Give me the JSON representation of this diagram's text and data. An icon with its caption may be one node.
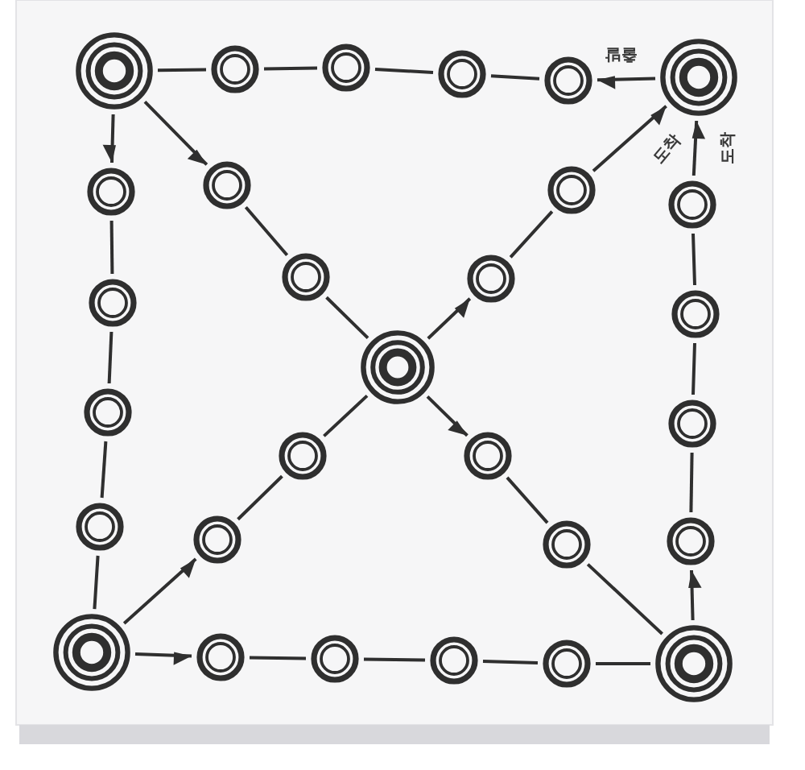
{
  "diagram": {
    "nodes": [
      {
        "text": [],
        "shape": "circle"
      },
      {
        "text": [],
        "shape": "circle"
      },
      {
        "text": [],
        "shape": "circle"
      },
      {
        "text": [],
        "shape": "circle"
      },
      {
        "text": [],
        "shape": "circle"
      },
      {
        "text": [],
        "shape": "circle"
      },
      {
        "text": [],
        "shape": "circle"
      },
      {
        "text": [],
        "shape": "circle"
      },
      {
        "text": [],
        "shape": "circle"
      },
      {
        "text": [],
        "shape": "circle"
      },
      {
        "text": [],
        "shape": "circle"
      },
      {
        "text": [],
        "shape": "circle"
      },
      {
        "text": [],
        "shape": "circle"
      },
      {
        "text": [],
        "shape": "circle"
      },
      {
        "text": [],
        "shape": "circle"
      },
      {
        "text": [],
        "shape": "circle"
      },
      {
        "text": [],
        "shape": "circle"
      },
      {
        "text": [],
        "shape": "circle"
      },
      {
        "text": [],
        "shape": "circle"
      },
      {
        "text": [],
        "shape": "circle"
      },
      {
        "text": [],
        "shape": "circle"
      },
      {
        "text": [],
        "shape": "circle"
      },
      {
        "text": [],
        "shape": "circle"
      },
      {
        "text": [],
        "shape": "circle"
      },
      {
        "text": [],
        "shape": "circle"
      },
      {
        "text": [],
        "shape": "circle"
      },
      {
        "text": [],
        "shape": "circle"
      },
      {
        "text": [],
        "shape": "circle"
      },
      {
        "text": [],
        "shape": "circle"
      }
    ],
    "edges": [
      {
        "from": 0,
        "to": 1,
        "arrow": "none"
      },
      {
        "from": 1,
        "to": 2,
        "arrow": "none"
      },
      {
        "from": 2,
        "to": 3,
        "arrow": "none"
      },
      {
        "from": 3,
        "to": 4,
        "arrow": "none"
      },
      {
        "from": 5,
        "to": 4,
        "arrow": "to"
      },
      {
        "from": 0,
        "to": 6,
        "arrow": "to"
      },
      {
        "from": 6,
        "to": 12,
        "arrow": "none"
      },
      {
        "from": 12,
        "to": 15,
        "arrow": "none"
      },
      {
        "from": 15,
        "to": 19,
        "arrow": "none"
      },
      {
        "from": 19,
        "to": 23,
        "arrow": "none"
      },
      {
        "from": 23,
        "to": 24,
        "arrow": "to"
      },
      {
        "from": 24,
        "to": 25,
        "arrow": "none"
      },
      {
        "from": 25,
        "to": 26,
        "arrow": "none"
      },
      {
        "from": 26,
        "to": 27,
        "arrow": "none"
      },
      {
        "from": 27,
        "to": 28,
        "arrow": "none"
      },
      {
        "from": 9,
        "to": 5,
        "arrow": "to"
      },
      {
        "from": 9,
        "to": 13,
        "arrow": "none"
      },
      {
        "from": 13,
        "to": 16,
        "arrow": "none"
      },
      {
        "from": 16,
        "to": 22,
        "arrow": "none"
      },
      {
        "from": 28,
        "to": 22,
        "arrow": "to"
      },
      {
        "from": 0,
        "to": 7,
        "arrow": "to"
      },
      {
        "from": 7,
        "to": 10,
        "arrow": "none"
      },
      {
        "from": 10,
        "to": 14,
        "arrow": "none"
      },
      {
        "from": 14,
        "to": 11,
        "arrow": "to"
      },
      {
        "from": 11,
        "to": 8,
        "arrow": "none"
      },
      {
        "from": 8,
        "to": 5,
        "arrow": "to"
      },
      {
        "from": 23,
        "to": 20,
        "arrow": "to"
      },
      {
        "from": 20,
        "to": 17,
        "arrow": "none"
      },
      {
        "from": 17,
        "to": 14,
        "arrow": "none"
      },
      {
        "from": 14,
        "to": 18,
        "arrow": "to"
      },
      {
        "from": 18,
        "to": 21,
        "arrow": "none"
      },
      {
        "from": 21,
        "to": 28,
        "arrow": "none"
      }
    ],
    "labels": [
      "출발",
      "도착",
      "도착"
    ]
  }
}
